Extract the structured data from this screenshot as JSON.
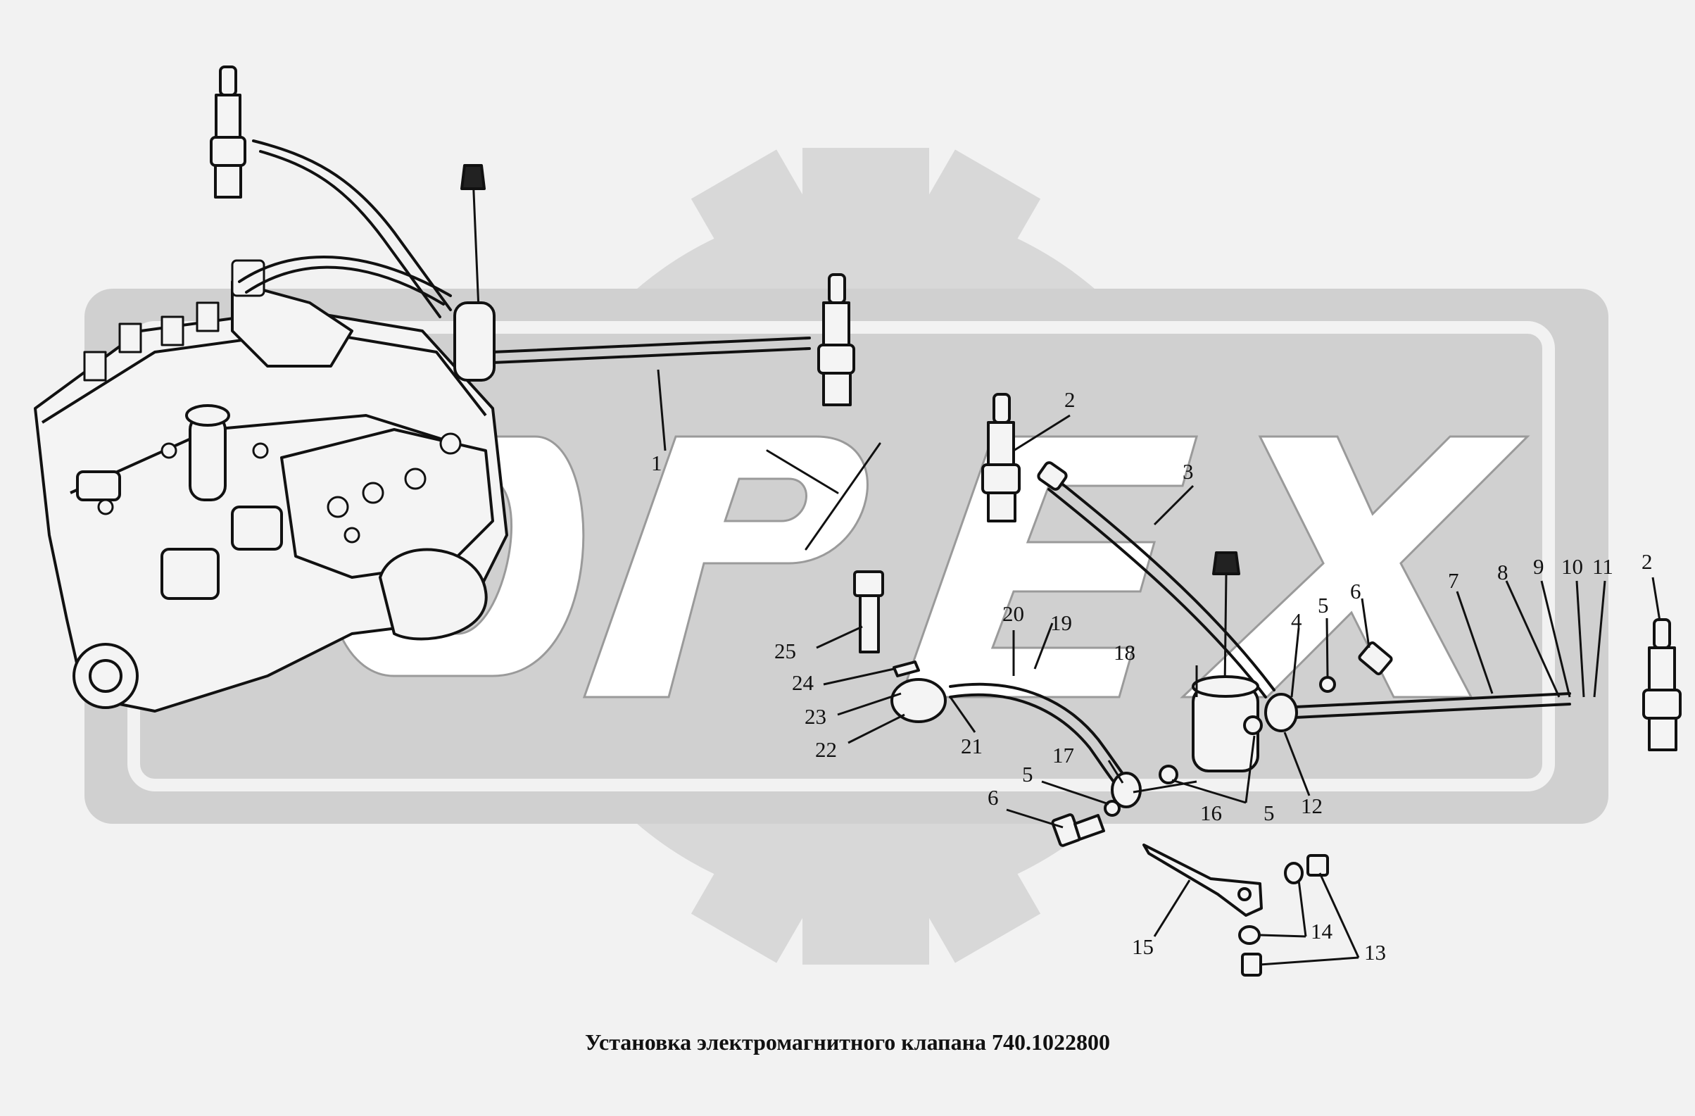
{
  "watermark": {
    "text": "OPEX",
    "color": "#d6d6d6"
  },
  "caption": "Установка электромагнитного клапана  740.1022800",
  "callouts": [
    {
      "id": "1",
      "text": "1"
    },
    {
      "id": "2a",
      "text": "2"
    },
    {
      "id": "2b",
      "text": "2"
    },
    {
      "id": "3",
      "text": "3"
    },
    {
      "id": "4",
      "text": "4"
    },
    {
      "id": "5a",
      "text": "5"
    },
    {
      "id": "5b",
      "text": "5"
    },
    {
      "id": "5c",
      "text": "5"
    },
    {
      "id": "6a",
      "text": "6"
    },
    {
      "id": "6b",
      "text": "6"
    },
    {
      "id": "7",
      "text": "7"
    },
    {
      "id": "8",
      "text": "8"
    },
    {
      "id": "9",
      "text": "9"
    },
    {
      "id": "10",
      "text": "10"
    },
    {
      "id": "11",
      "text": "11"
    },
    {
      "id": "12",
      "text": "12"
    },
    {
      "id": "13",
      "text": "13"
    },
    {
      "id": "14",
      "text": "14"
    },
    {
      "id": "15",
      "text": "15"
    },
    {
      "id": "16",
      "text": "16"
    },
    {
      "id": "17",
      "text": "17"
    },
    {
      "id": "18",
      "text": "18"
    },
    {
      "id": "19",
      "text": "19"
    },
    {
      "id": "20",
      "text": "20"
    },
    {
      "id": "21",
      "text": "21"
    },
    {
      "id": "22",
      "text": "22"
    },
    {
      "id": "23",
      "text": "23"
    },
    {
      "id": "24",
      "text": "24"
    },
    {
      "id": "25",
      "text": "25"
    }
  ]
}
